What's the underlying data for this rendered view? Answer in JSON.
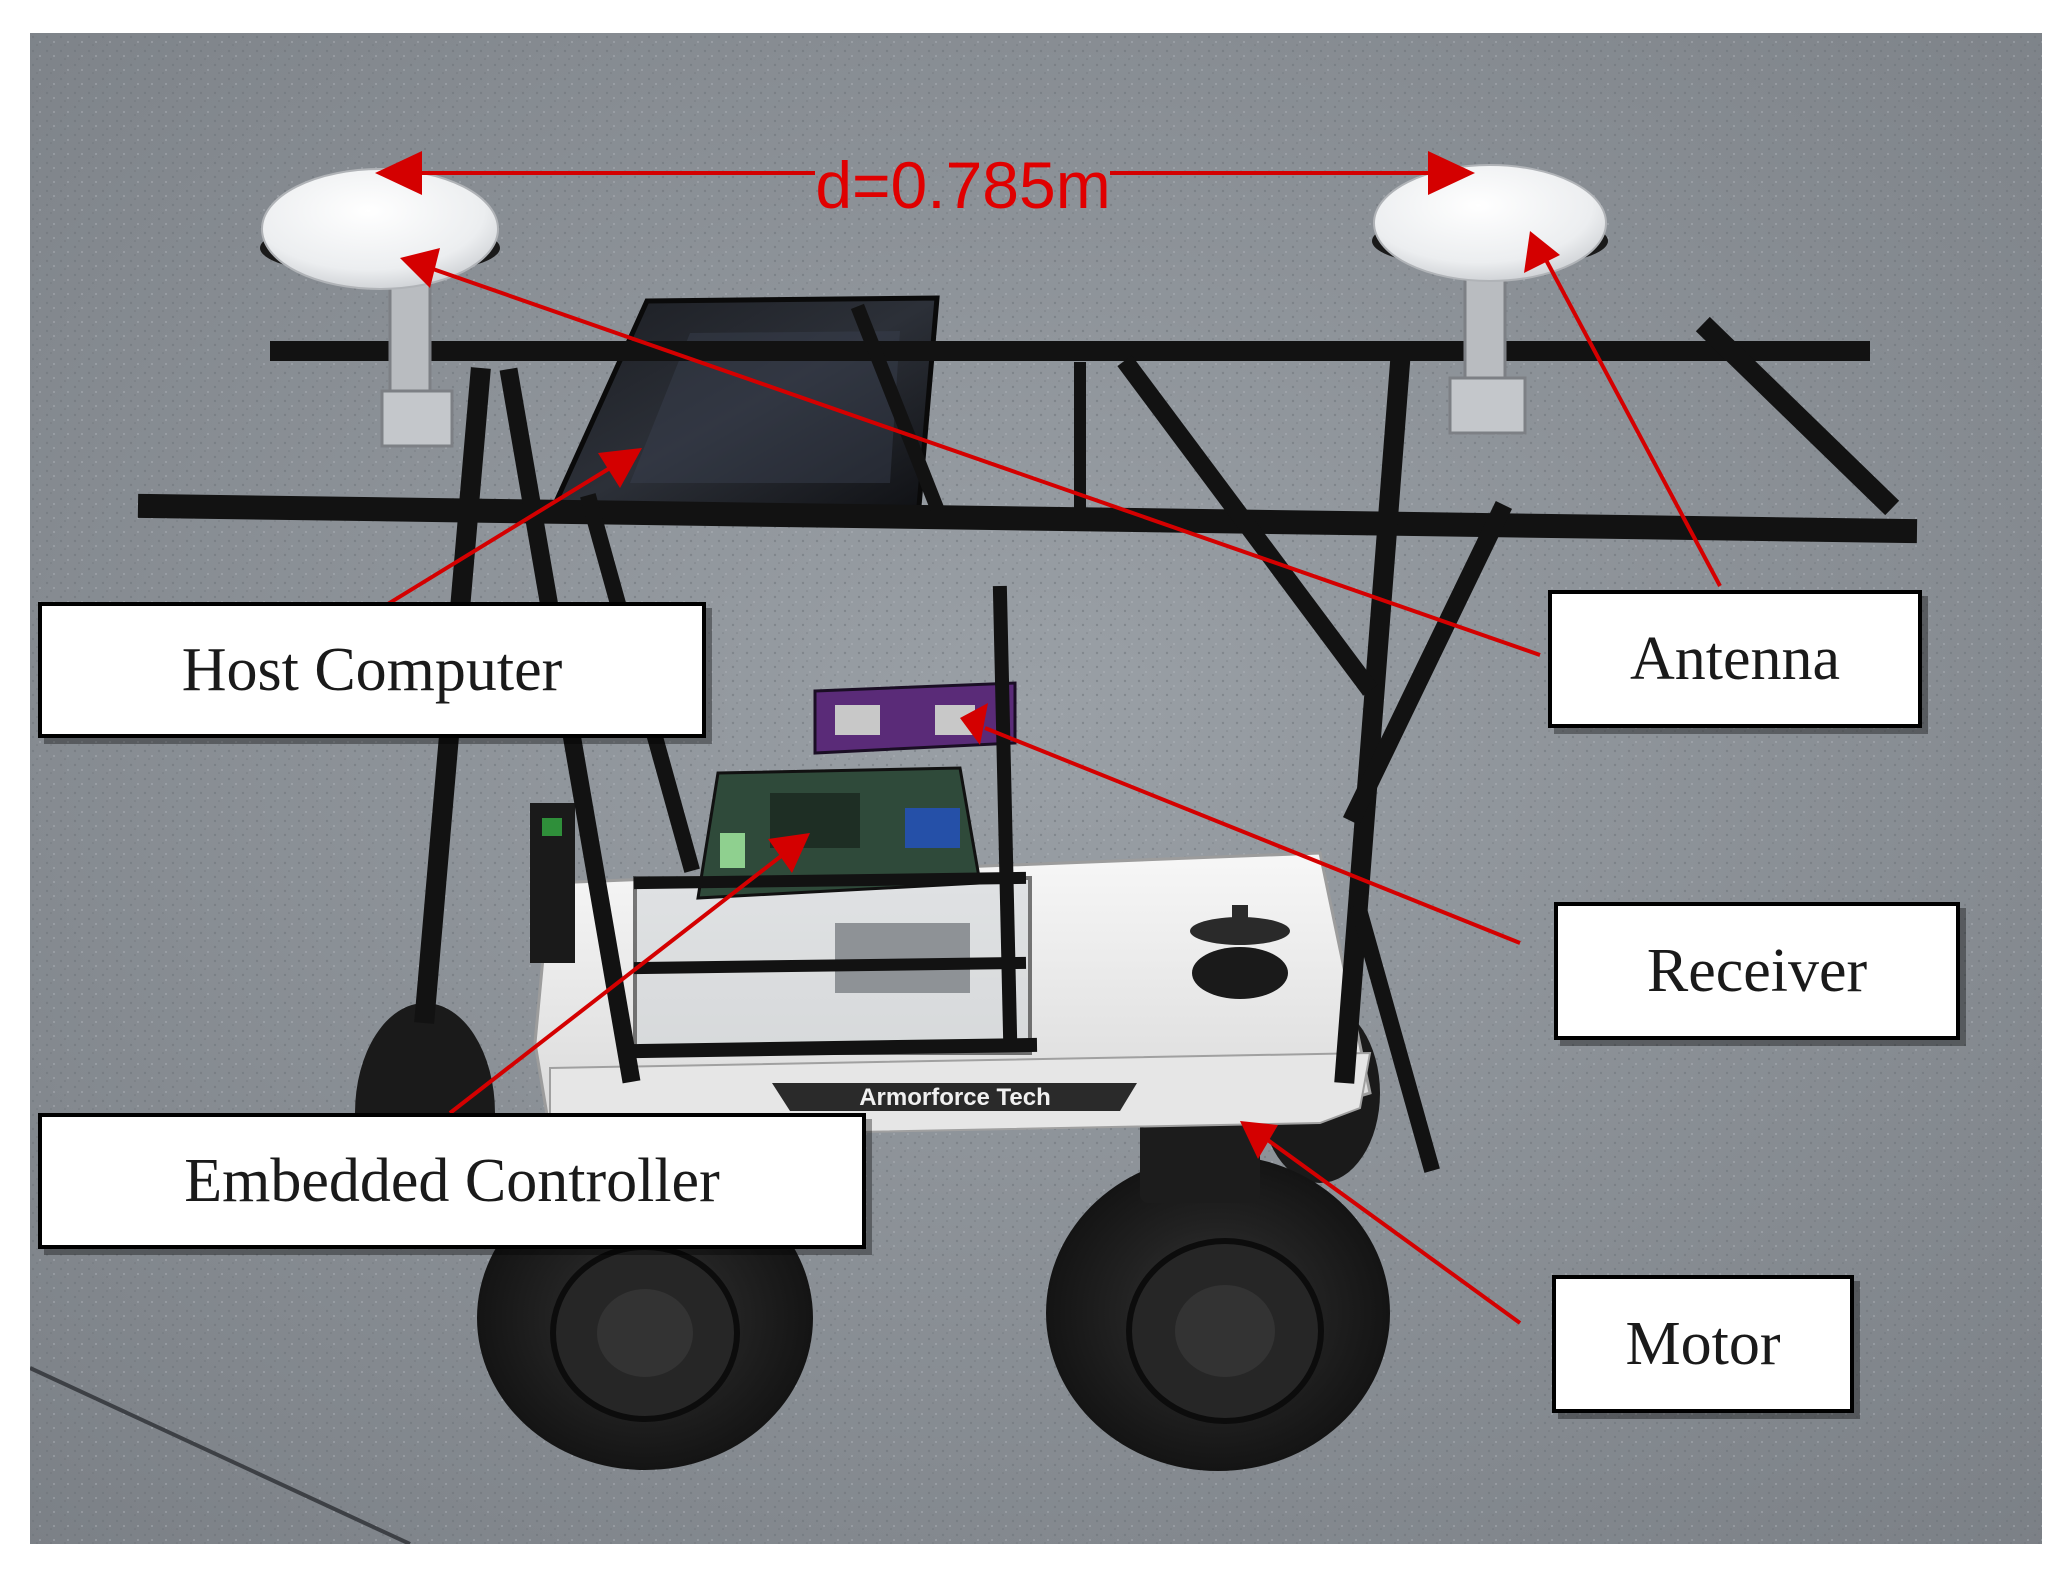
{
  "labels": {
    "host_computer": "Host Computer",
    "antenna": "Antenna",
    "receiver": "Receiver",
    "embedded_controller": "Embedded Controller",
    "motor": "Motor",
    "distance": "d=0.785m",
    "robot_brand": "Armorforce Tech"
  },
  "colors": {
    "arrow": "#d40000",
    "frame": "#121212",
    "ground": "#8a8f94",
    "chassis": "#f2f2f2"
  }
}
